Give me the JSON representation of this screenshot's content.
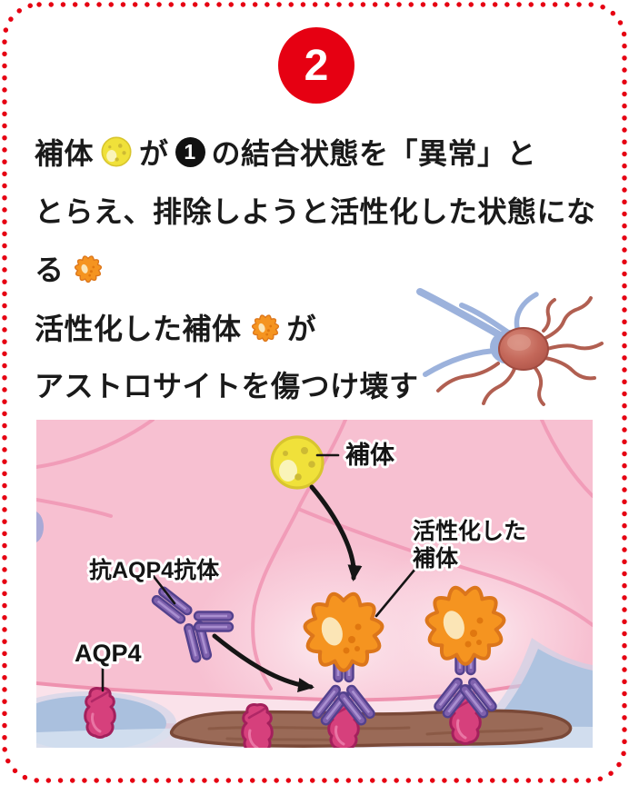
{
  "badge": {
    "number": "2"
  },
  "description": {
    "line1_pre": "補体",
    "line1_mid": "が",
    "line1_step": "1",
    "line1_post": "の結合状態を「異常」と",
    "line2": "とらえ、排除しようと活性化した状態にな",
    "line3": "る",
    "line4_pre": "活性化した補体",
    "line4_post": "が",
    "line5": "アストロサイトを傷つけ壊す"
  },
  "diagram": {
    "labels": {
      "complement": "補体",
      "activated_line1": "活性化した",
      "activated_line2": "補体",
      "anti_aqp4": "抗AQP4抗体",
      "aqp4": "AQP4"
    }
  },
  "icons": {
    "step_badge": "red-circled-2",
    "step_one": "black-circled-1",
    "complement": "yellow-sphere",
    "activated_complement": "orange-spiky-sphere",
    "astrocyte": "astrocyte-cell-illustration"
  },
  "colors": {
    "accent_red": "#E60012",
    "complement_yellow": "#F0E13A",
    "activated_orange": "#F59420",
    "antibody_purple": "#8062AE",
    "aqp4_magenta": "#D6407C",
    "background_pink": "#F7C0D1",
    "membrane_light_pink": "#FAE2EA",
    "basal_brown": "#9A6A57",
    "fluid_blue": "#AAC0DE",
    "text_black": "#1A1A1A"
  }
}
